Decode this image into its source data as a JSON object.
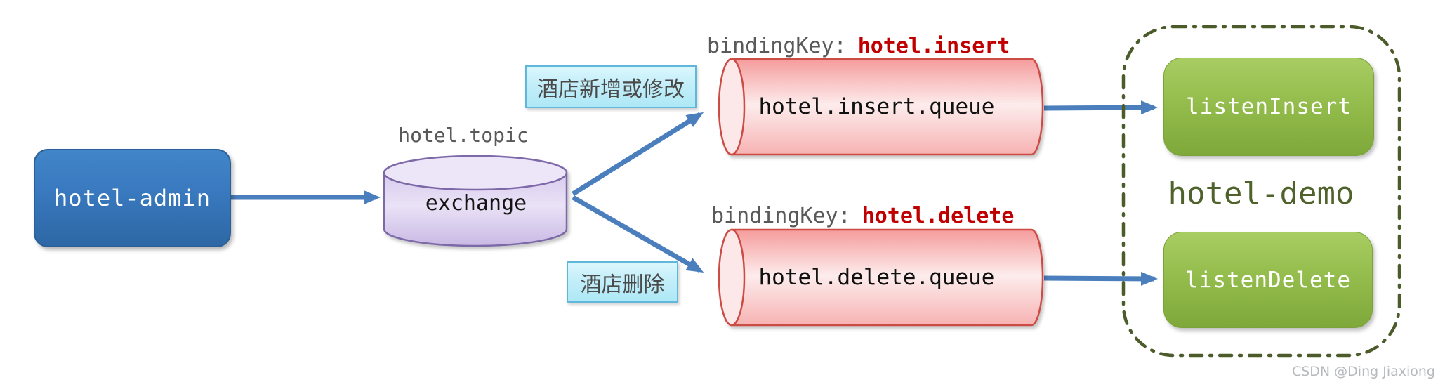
{
  "producer": {
    "label": "hotel-admin"
  },
  "exchange": {
    "name_label": "hotel.topic",
    "label": "exchange"
  },
  "queues": [
    {
      "binding_prefix": "bindingKey:",
      "binding_key": "hotel.insert",
      "name": "hotel.insert.queue",
      "note": "酒店新增或修改",
      "listener_label": "listenInsert"
    },
    {
      "binding_prefix": "bindingKey:",
      "binding_key": "hotel.delete",
      "name": "hotel.delete.queue",
      "note": "酒店删除",
      "listener_label": "listenDelete"
    }
  ],
  "consumer_group": {
    "label": "hotel-demo"
  },
  "watermark": "CSDN @Ding Jiaxiong",
  "colors": {
    "arrow_blue": "#4a7ebc",
    "producer_top": "#4285c8",
    "producer_bottom": "#2d67a5",
    "exchange_stroke": "#7d68a8",
    "queue_stroke": "#cc4b45",
    "binding_key_red": "#c00000",
    "label_gray": "#595959",
    "note_fill": "#c3eef9",
    "note_border": "#5fb8d9",
    "listener_top": "#a8cd63",
    "listener_bottom": "#7ea83a",
    "group_border_olive": "#4b5c2a",
    "watermark_gray": "#b5b8bc"
  }
}
